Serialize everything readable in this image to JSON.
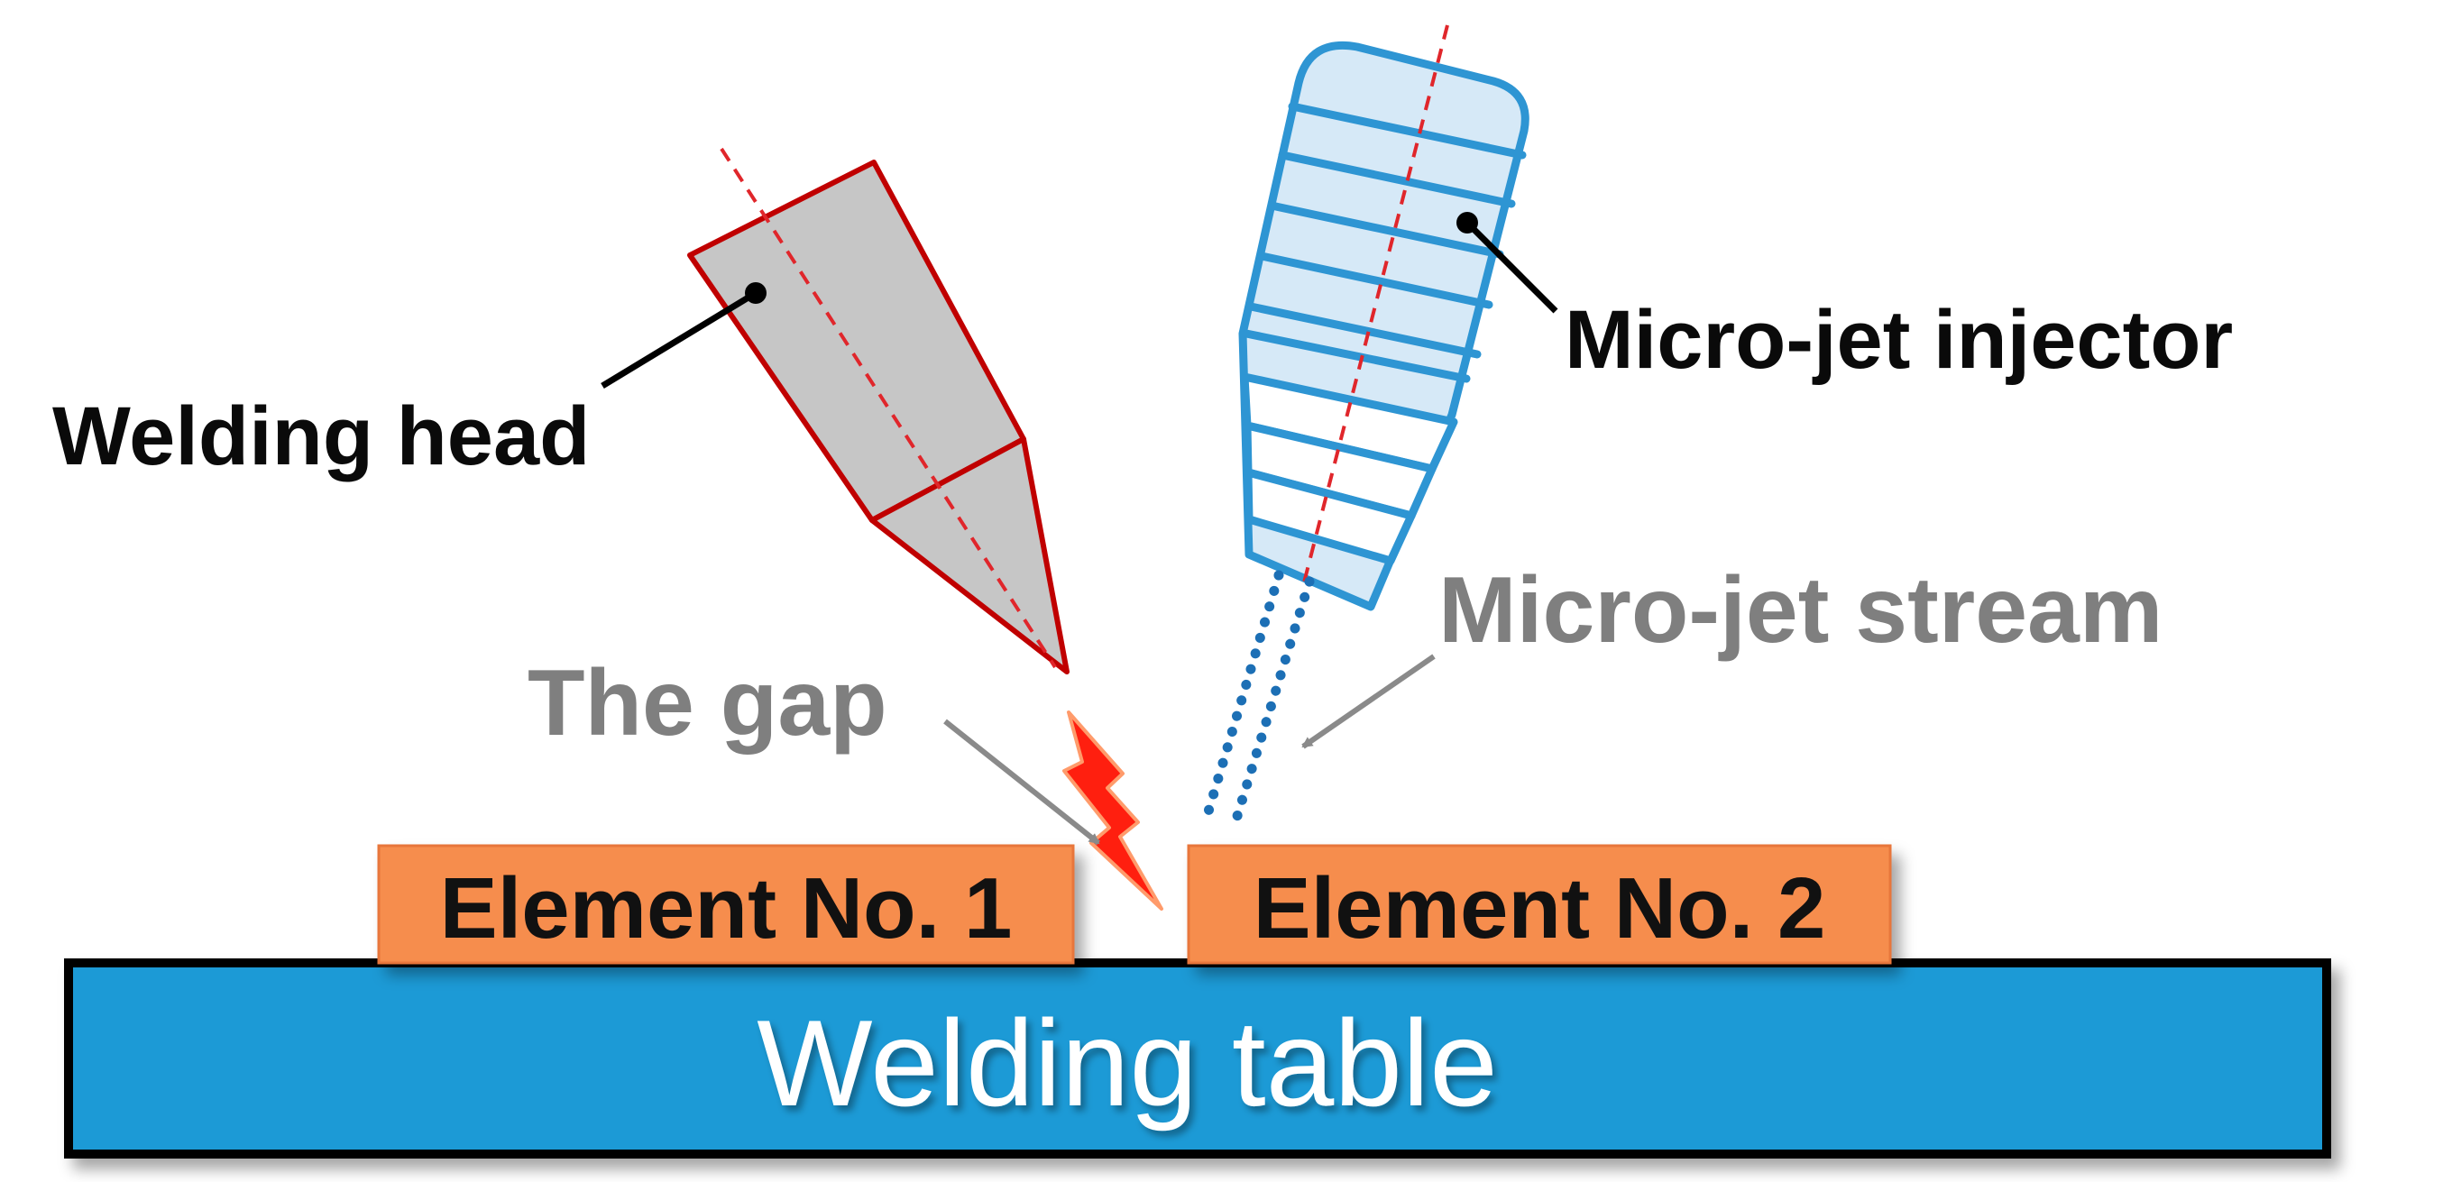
{
  "labels": {
    "welding_head": "Welding head",
    "micro_jet_injector": "Micro-jet injector",
    "micro_jet_stream": "Micro-jet stream",
    "the_gap": "The gap",
    "element_1": "Element No. 1",
    "element_2": "Element No. 2",
    "welding_table": "Welding table"
  },
  "colors": {
    "welding_head_outline": "#c00000",
    "welding_head_fill": "#c6c6c6",
    "injector_outline": "#2e95d3",
    "injector_fill": "#d6e9f7",
    "stream_dots": "#1c6fb5",
    "axis_line": "#e0262b",
    "spark": "#ff1f0f",
    "element_fill": "#f68d4e",
    "welding_table_fill": "#1d9ad6",
    "gray_label": "#7f7f7f"
  },
  "icons": {
    "spark": "lightning-spark-icon"
  }
}
